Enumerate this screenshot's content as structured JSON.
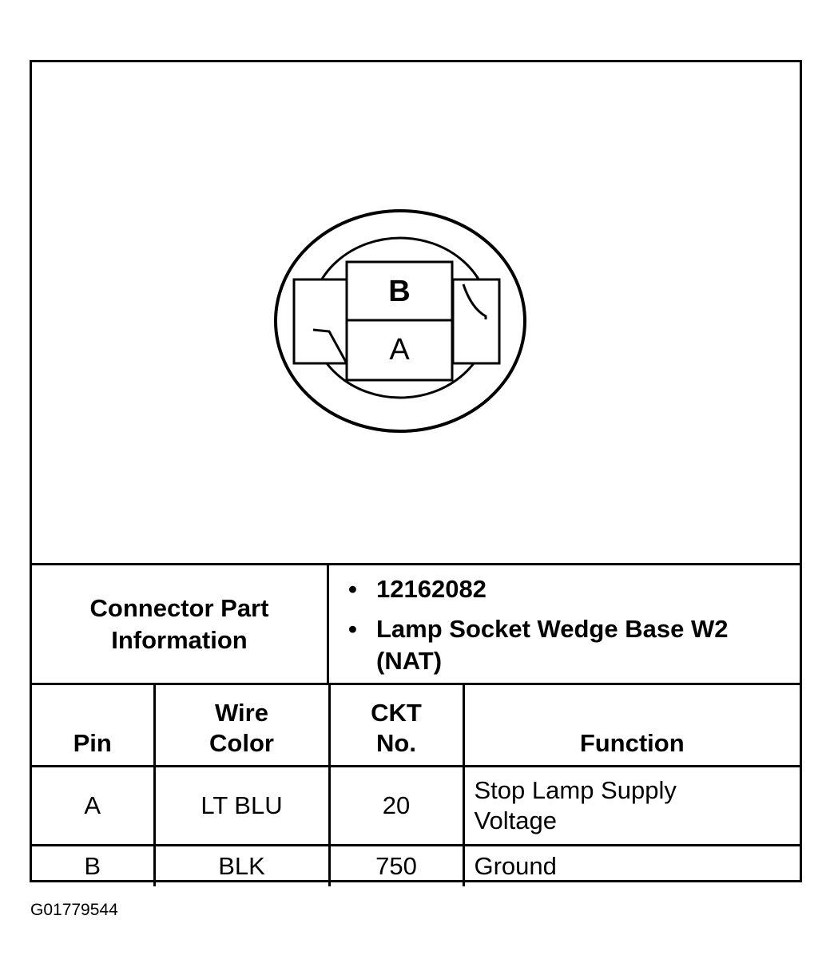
{
  "connector": {
    "pin_b_label": "B",
    "pin_a_label": "A"
  },
  "part_info": {
    "label": "Connector Part Information",
    "items": [
      "12162082",
      "Lamp Socket Wedge Base W2 (NAT)"
    ]
  },
  "table": {
    "headers": {
      "pin": "Pin",
      "wire_color": "Wire Color",
      "ckt_no": "CKT No.",
      "function": "Function"
    },
    "rows": [
      {
        "pin": "A",
        "wire_color": "LT BLU",
        "ckt_no": "20",
        "function": "Stop Lamp Supply Voltage"
      },
      {
        "pin": "B",
        "wire_color": "BLK",
        "ckt_no": "750",
        "function": "Ground"
      }
    ]
  },
  "footer": {
    "figure_id": "G01779544"
  }
}
